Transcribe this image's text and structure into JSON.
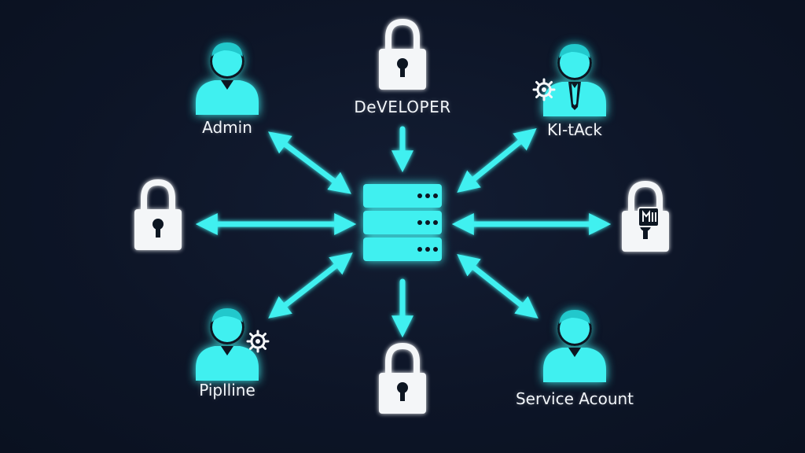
{
  "labels": {
    "admin": "Admin",
    "developer": "DeVELOPER",
    "kitack": "KI-tAck",
    "pipeline": "Piplline",
    "service_account": "Service Acount"
  },
  "colors": {
    "background": "#0c1424",
    "accent": "#3ff0f0",
    "lock": "#f4f6f8",
    "text": "#f2f6fa"
  },
  "icons": {
    "center": "server-stack-icon",
    "user": "user-icon",
    "lock": "padlock-icon",
    "gear": "gear-icon"
  }
}
